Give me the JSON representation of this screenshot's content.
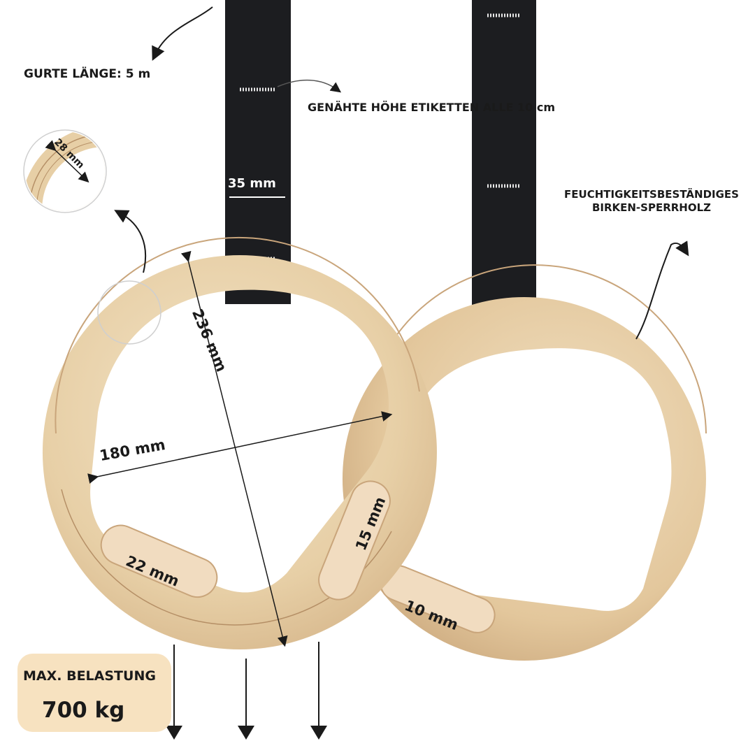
{
  "strap_length": "GURTE LÄNGE: 5 m",
  "label_note": "GENÄHTE HÖHE ETIKETTEN ALLE 10 cm",
  "birch_note": "FEUCHTIGKEITSBESTÄNDIGES BIRKEN-SPERRHOLZ",
  "dimensions": {
    "strap_width": "35 mm",
    "ring_height": "236 mm",
    "ring_width": "180 mm",
    "grip_left": "22 mm",
    "grip_right": "15 mm",
    "grip_back": "10 mm",
    "ring_thickness": "28 mm"
  },
  "max_load": {
    "title": "MAX. BELASTUNG",
    "value": "700 kg"
  },
  "colors": {
    "wood": "#e9d3ad",
    "wood_dark": "#b8906a",
    "strap": "#1c1d20",
    "badge": "#f7e2c0",
    "text": "#1a1a1a"
  },
  "icons": [
    "curved-arrow-icon",
    "down-arrow-icon"
  ]
}
